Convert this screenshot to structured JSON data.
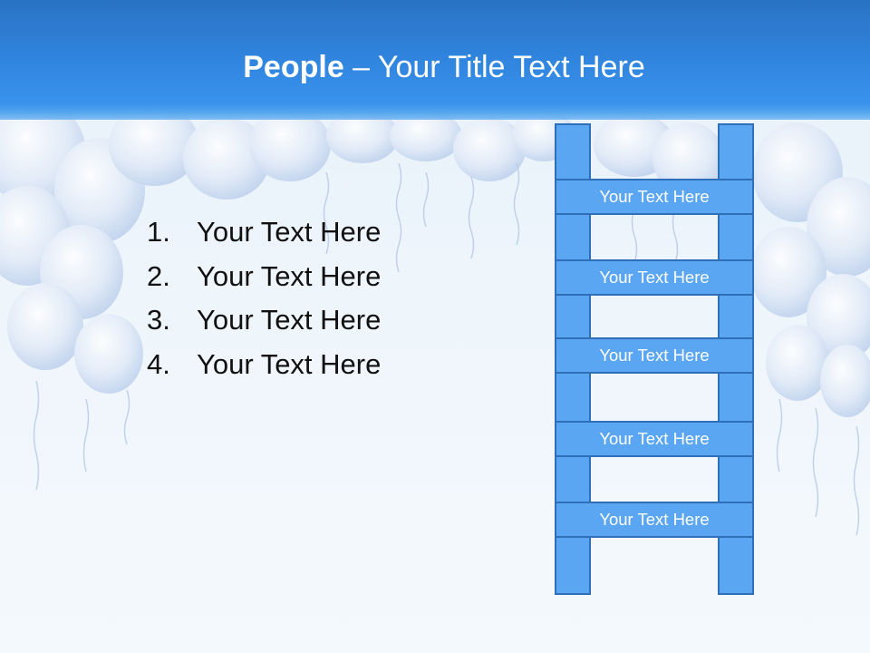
{
  "slide": {
    "title_bold": "People",
    "title_rest": " – Your Title Text Here"
  },
  "list": {
    "items": [
      {
        "number": "1.",
        "text": "Your Text Here"
      },
      {
        "number": "2.",
        "text": "Your Text Here"
      },
      {
        "number": "3.",
        "text": "Your Text Here"
      },
      {
        "number": "4.",
        "text": "Your Text Here"
      }
    ]
  },
  "ladder": {
    "rungs": [
      {
        "text": "Your Text Here"
      },
      {
        "text": "Your Text Here"
      },
      {
        "text": "Your Text Here"
      },
      {
        "text": "Your Text Here"
      },
      {
        "text": "Your Text Here"
      }
    ]
  },
  "colors": {
    "header_blue": "#2f83dc",
    "ladder_fill": "#5aa6f2",
    "ladder_stroke": "#2e6fb8"
  }
}
